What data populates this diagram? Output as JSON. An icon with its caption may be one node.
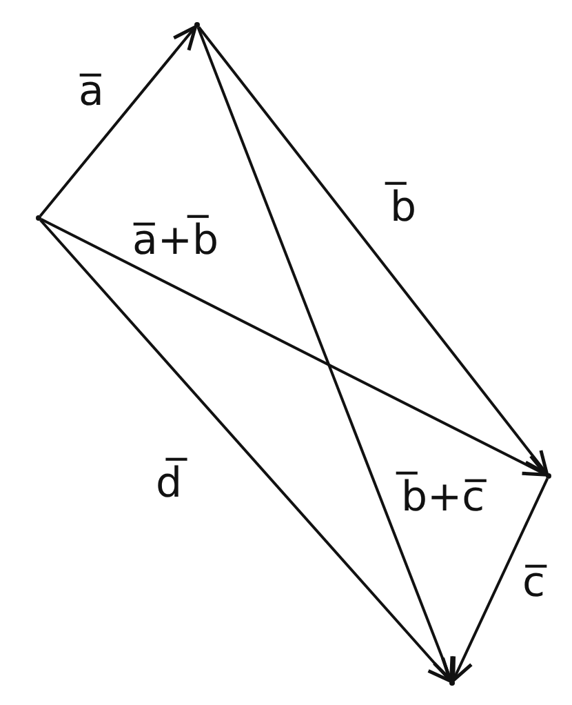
{
  "diagram": {
    "nodes": [
      {
        "text": [],
        "shape": "point"
      },
      {
        "text": [],
        "shape": "point"
      },
      {
        "text": [],
        "shape": "point"
      },
      {
        "text": [],
        "shape": "point"
      }
    ],
    "edges": [
      {
        "from": 0,
        "to": 1,
        "arrow": "to",
        "label": "a̅"
      },
      {
        "from": 1,
        "to": 2,
        "arrow": "to",
        "label": "b̅"
      },
      {
        "from": 0,
        "to": 2,
        "arrow": "to",
        "label": "a̅+b̅"
      },
      {
        "from": 1,
        "to": 3,
        "arrow": "to",
        "label": "b̅+c̅"
      },
      {
        "from": 2,
        "to": 3,
        "arrow": "to",
        "label": "c̅"
      },
      {
        "from": 0,
        "to": 3,
        "arrow": "to",
        "label": "d̅"
      }
    ]
  }
}
